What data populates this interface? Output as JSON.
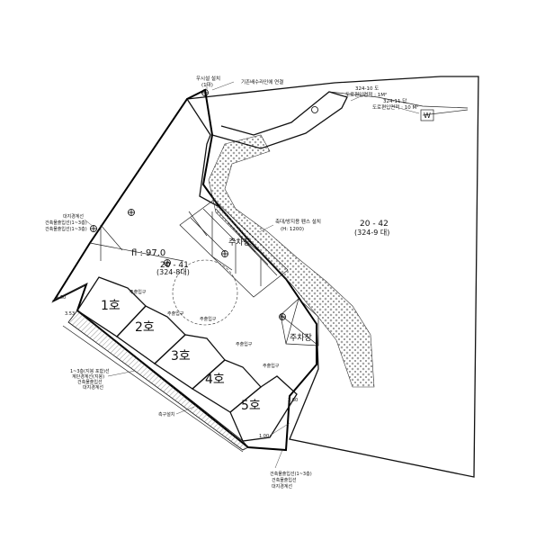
{
  "labels": {
    "lot_main": "20 - 41",
    "lot_main_sub": "(324-8대)",
    "lot_right": "20 - 42",
    "lot_right_sub": "(324-9 대)",
    "fl": "fl : 97.0",
    "units": [
      "1호",
      "2호",
      "3호",
      "4호",
      "5호"
    ],
    "parking": [
      "주차장",
      "주차장"
    ],
    "top_note": "기존배수라인에 연결",
    "top_note2": "우시설 설치",
    "top_note3": "(1대)",
    "road_a": "324-10 도",
    "road_a2": "도로편입면적 : 1M²",
    "road_b": "324-11 답",
    "road_b2": "도로편입면적 : 10 M²",
    "retaining": "축대/방지용 펜스 설치",
    "retaining2": "(H: 1200)",
    "left_note": [
      "대지경계선",
      "건축물출입선(1~3층)",
      "건축물출입선(1~3층)"
    ],
    "left_note2": [
      "1~3층(지붕 포함)선",
      "계단경계선(지붕)",
      "건축물출입선",
      "대지경계선"
    ],
    "outlet": "측구설치",
    "bottom_note": [
      "건축물출입선(1~3층)",
      "건축물출입선",
      "대지경계선"
    ],
    "dim_a": "4.60",
    "dim_b": "3.53",
    "dim_c": "1.00",
    "dim_d": "2.60",
    "entrance": "주출입구",
    "w_box": "W"
  }
}
